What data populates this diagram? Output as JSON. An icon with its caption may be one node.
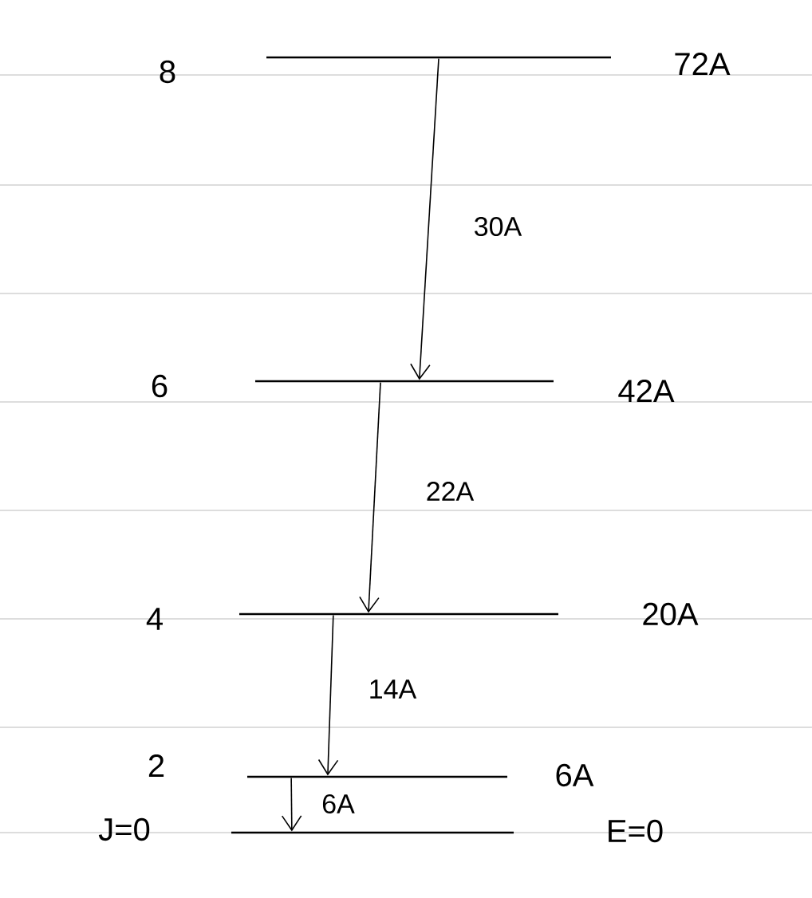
{
  "diagram": {
    "nodes": [
      {
        "text": [],
        "shape": "bar",
        "beside": [
          "8",
          "72A"
        ]
      },
      {
        "text": [],
        "shape": "bar",
        "beside": [
          "6",
          "42A"
        ]
      },
      {
        "text": [],
        "shape": "bar",
        "beside": [
          "4",
          "20A"
        ]
      },
      {
        "text": [],
        "shape": "bar",
        "beside": [
          "2",
          "6A"
        ]
      },
      {
        "text": [],
        "shape": "bar",
        "beside": [
          "J=0",
          "E=0"
        ]
      }
    ],
    "edges": [
      {
        "from": 0,
        "to": 1,
        "arrow": "to",
        "label": "30A"
      },
      {
        "from": 1,
        "to": 2,
        "arrow": "to",
        "label": "22A"
      },
      {
        "from": 2,
        "to": 3,
        "arrow": "to",
        "label": "14A"
      },
      {
        "from": 3,
        "to": 4,
        "arrow": "to",
        "label": "6A"
      }
    ]
  }
}
